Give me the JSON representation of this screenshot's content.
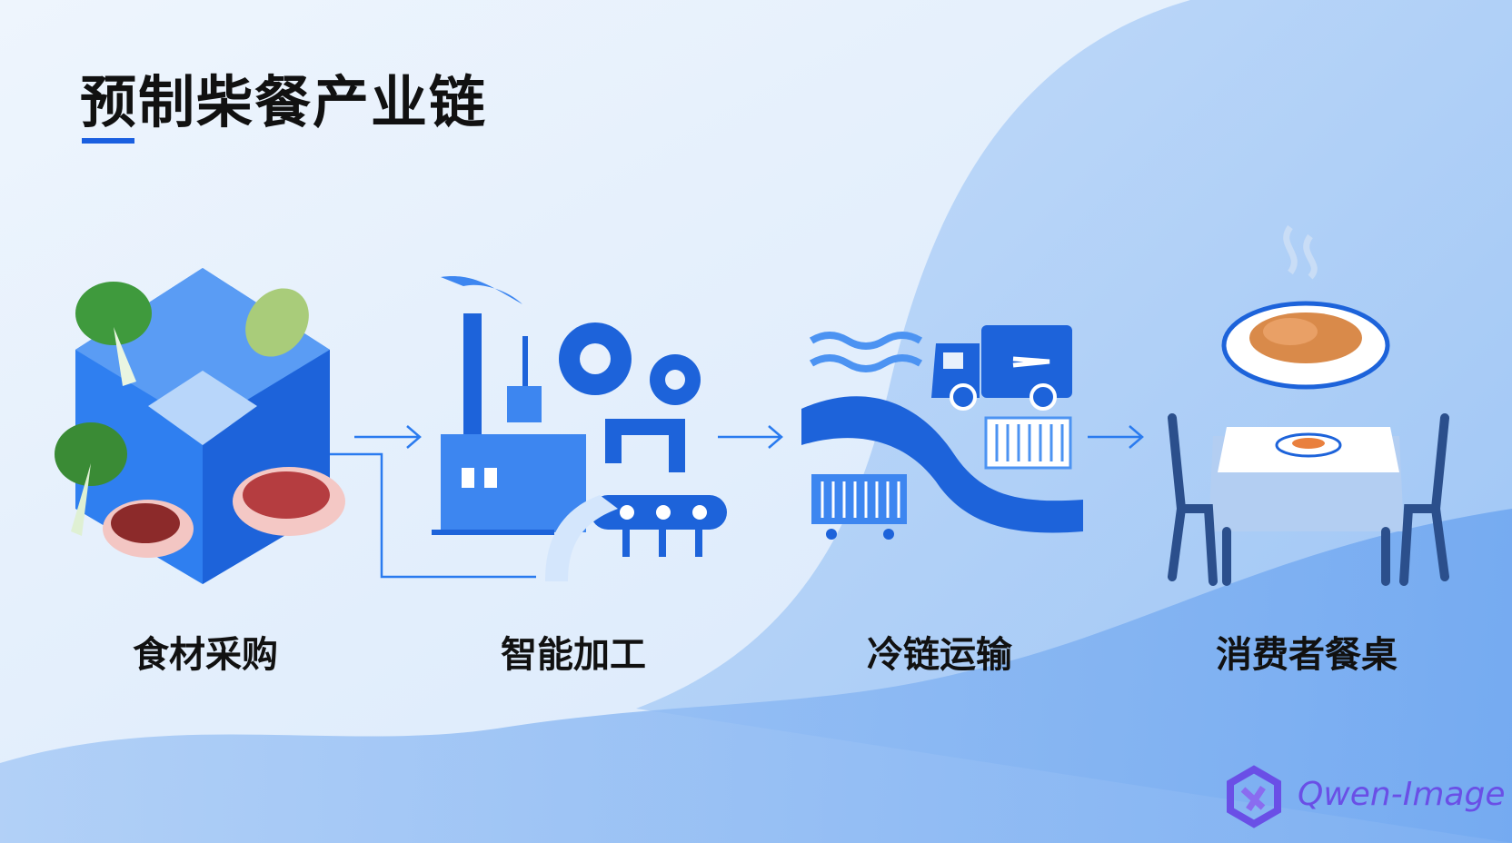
{
  "title": "预制柴餐产业链",
  "steps": [
    {
      "label": "食材采购",
      "icon": "ingredients-cube-icon"
    },
    {
      "label": "智能加工",
      "icon": "factory-icon"
    },
    {
      "label": "冷链运输",
      "icon": "cold-chain-truck-icon"
    },
    {
      "label": "消费者餐桌",
      "icon": "dining-table-icon"
    }
  ],
  "watermark": "Qwen-Image",
  "colors": {
    "accent": "#1a5fe0",
    "primary": "#2a7bef",
    "dark": "#1f3f78",
    "watermark": "#6a4fe6"
  }
}
